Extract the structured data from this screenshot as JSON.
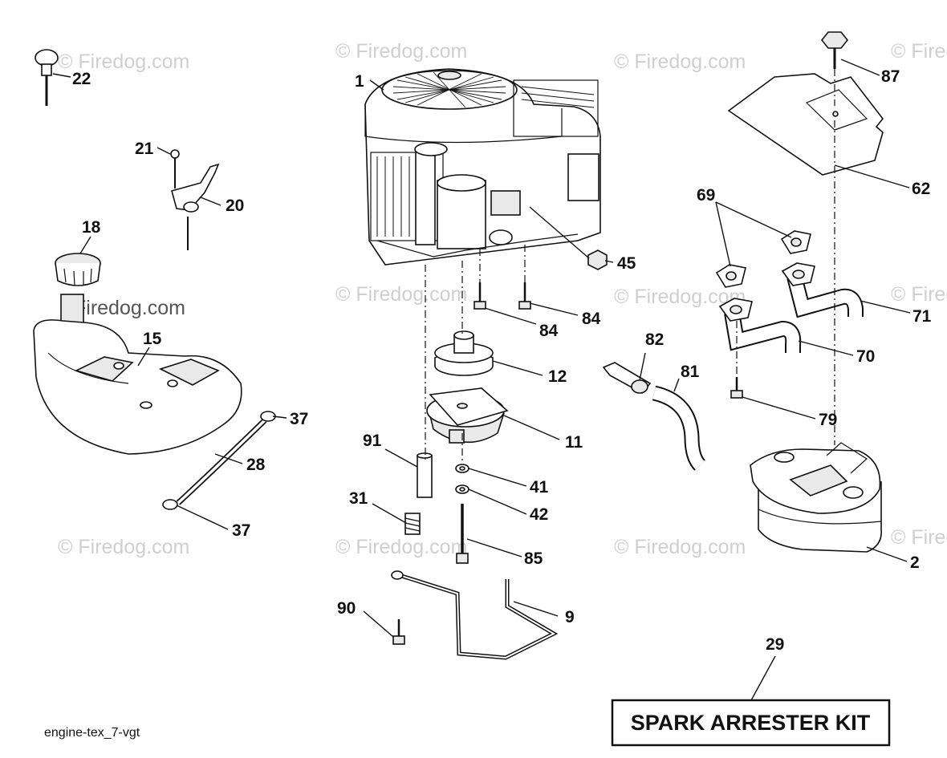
{
  "watermark": {
    "text": "© Firedog.com",
    "prominent_text": "Firedog.com"
  },
  "diagram": {
    "reference_code": "engine-tex_7-vgt",
    "kit_label": "SPARK ARRESTER KIT",
    "callouts": [
      {
        "id": "c1",
        "label": "1"
      },
      {
        "id": "c2",
        "label": "2"
      },
      {
        "id": "c9",
        "label": "9"
      },
      {
        "id": "c11",
        "label": "11"
      },
      {
        "id": "c12",
        "label": "12"
      },
      {
        "id": "c15",
        "label": "15"
      },
      {
        "id": "c18",
        "label": "18"
      },
      {
        "id": "c20",
        "label": "20"
      },
      {
        "id": "c21",
        "label": "21"
      },
      {
        "id": "c22",
        "label": "22"
      },
      {
        "id": "c28",
        "label": "28"
      },
      {
        "id": "c29",
        "label": "29"
      },
      {
        "id": "c31",
        "label": "31"
      },
      {
        "id": "c37a",
        "label": "37"
      },
      {
        "id": "c37b",
        "label": "37"
      },
      {
        "id": "c41",
        "label": "41"
      },
      {
        "id": "c42",
        "label": "42"
      },
      {
        "id": "c45",
        "label": "45"
      },
      {
        "id": "c62",
        "label": "62"
      },
      {
        "id": "c69",
        "label": "69"
      },
      {
        "id": "c70",
        "label": "70"
      },
      {
        "id": "c71",
        "label": "71"
      },
      {
        "id": "c79",
        "label": "79"
      },
      {
        "id": "c81",
        "label": "81"
      },
      {
        "id": "c82",
        "label": "82"
      },
      {
        "id": "c84a",
        "label": "84"
      },
      {
        "id": "c84b",
        "label": "84"
      },
      {
        "id": "c85",
        "label": "85"
      },
      {
        "id": "c87",
        "label": "87"
      },
      {
        "id": "c90",
        "label": "90"
      },
      {
        "id": "c91",
        "label": "91"
      }
    ]
  }
}
